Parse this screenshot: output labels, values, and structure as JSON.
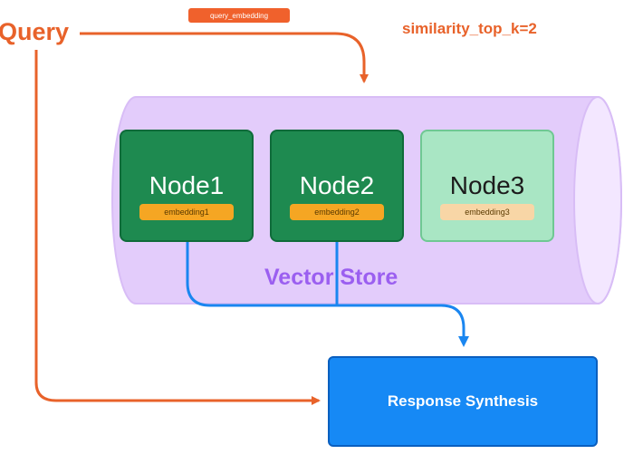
{
  "diagram": {
    "query_label": "Query",
    "edge_label": "query_embedding",
    "top_k_label": "similarity_top_k=2",
    "store_label": "Vector Store",
    "nodes": [
      {
        "name": "Node1",
        "embedding": "embedding1",
        "retrieved": true
      },
      {
        "name": "Node2",
        "embedding": "embedding2",
        "retrieved": true
      },
      {
        "name": "Node3",
        "embedding": "embedding3",
        "retrieved": false
      }
    ],
    "synthesis_label": "Response Synthesis"
  },
  "colors": {
    "query_arrow": "#e8622a",
    "retrieval_arrow": "#1a86f0",
    "store_fill": "#e3ccfb",
    "node_retrieved": "#1e8a50",
    "node_not_retrieved": "#a9e6c4",
    "synthesis": "#1689f5"
  }
}
